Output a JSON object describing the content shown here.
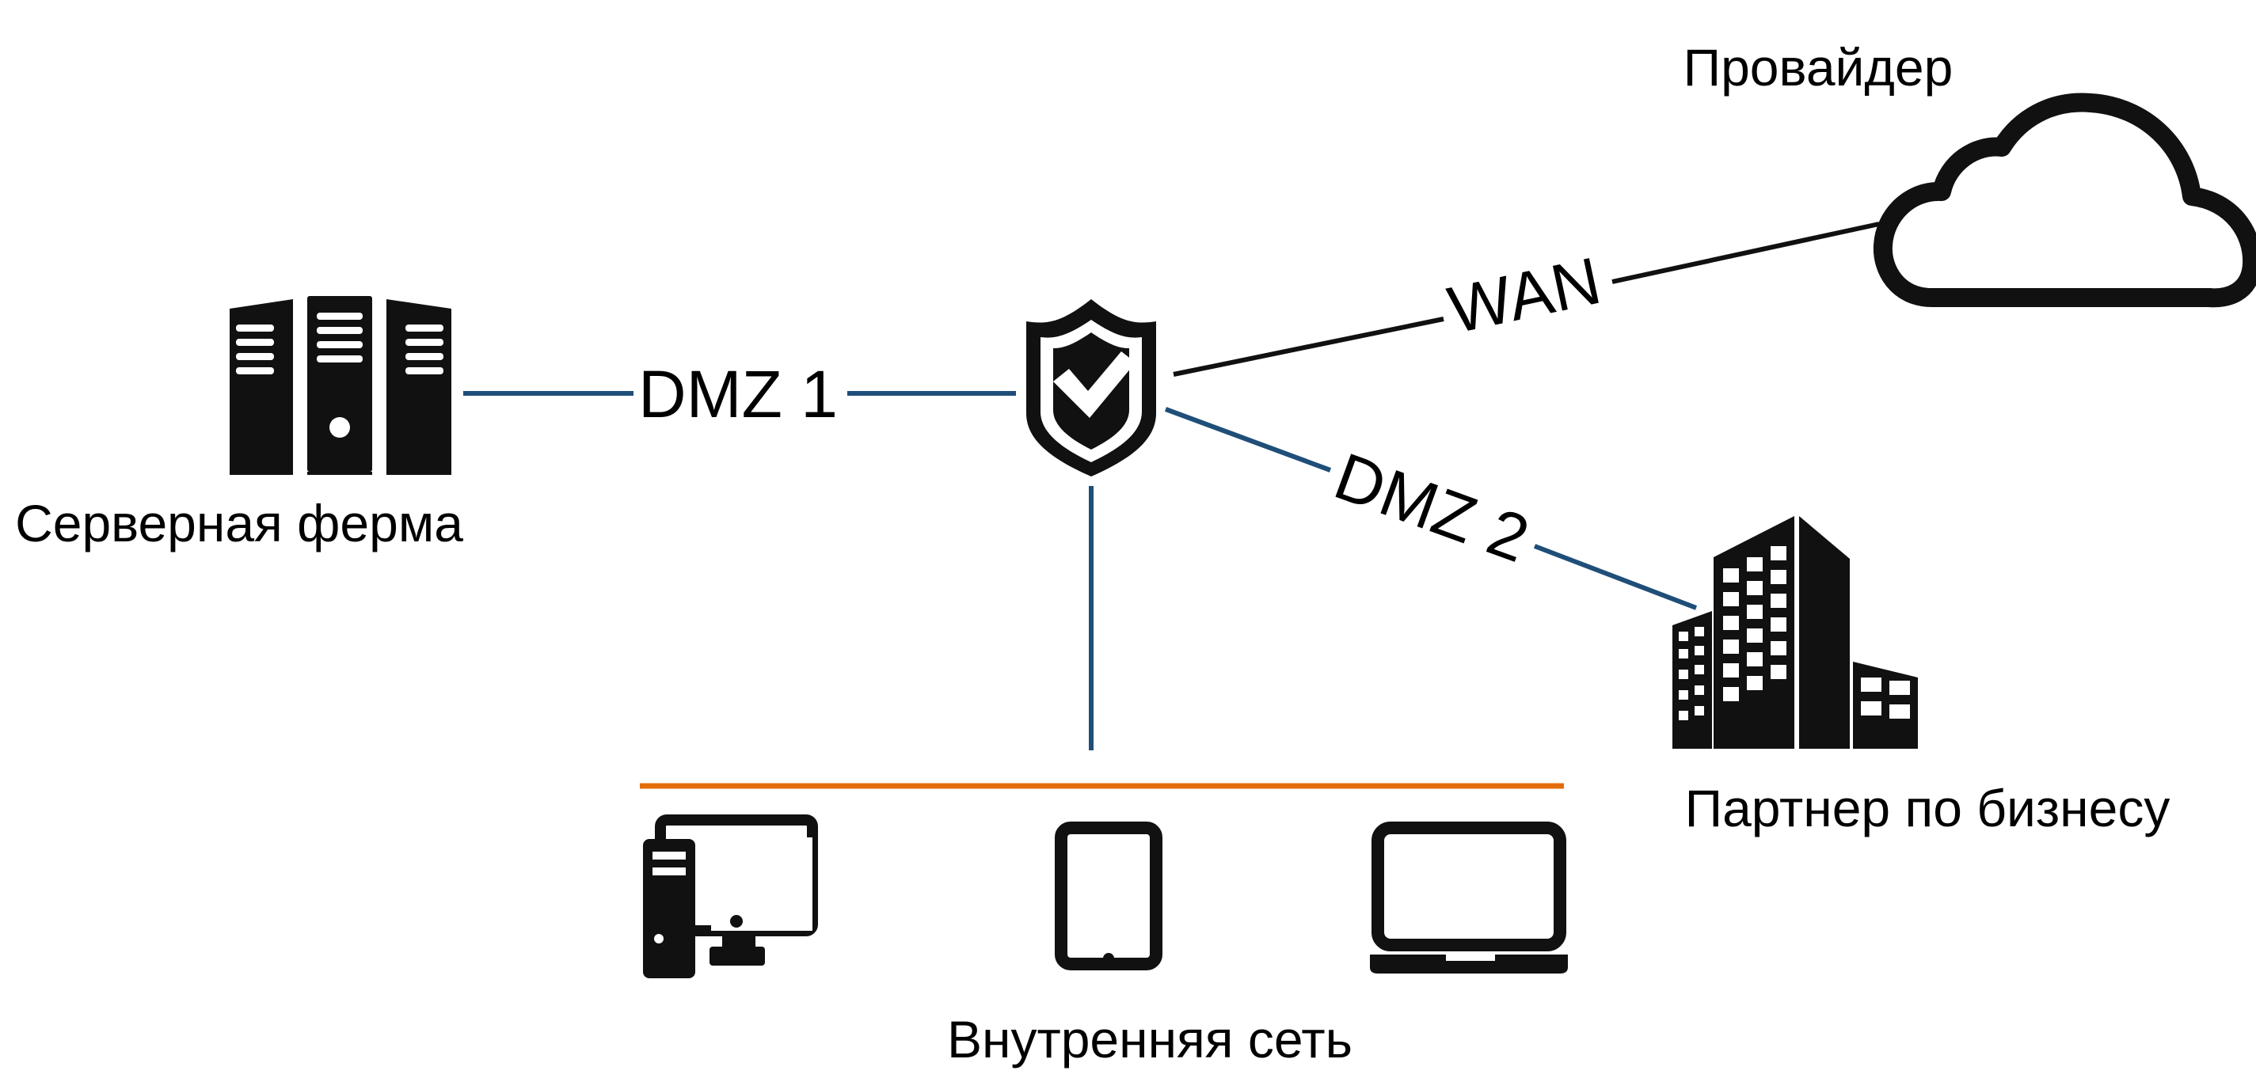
{
  "nodes": {
    "server_farm": {
      "label": "Серверная ферма",
      "icon": "server-rack-icon"
    },
    "firewall": {
      "label": "",
      "icon": "shield-check-icon"
    },
    "provider": {
      "label": "Провайдер",
      "icon": "cloud-icon"
    },
    "business_partner": {
      "label": "Партнер по бизнесу",
      "icon": "office-building-icon"
    },
    "internal_network": {
      "label": "Внутренняя сеть",
      "devices": [
        {
          "icon": "desktop-computer-icon"
        },
        {
          "icon": "tablet-icon"
        },
        {
          "icon": "laptop-icon"
        }
      ]
    }
  },
  "links": {
    "dmz1": {
      "label": "DMZ 1",
      "color": "#1f4e79"
    },
    "wan": {
      "label": "WAN",
      "color": "#111111"
    },
    "dmz2": {
      "label": "DMZ 2",
      "color": "#1f4e79"
    },
    "internal": {
      "label": "",
      "color": "#1f4e79"
    }
  },
  "colors": {
    "bus_line": "#e46c0a",
    "icon": "#111111"
  }
}
